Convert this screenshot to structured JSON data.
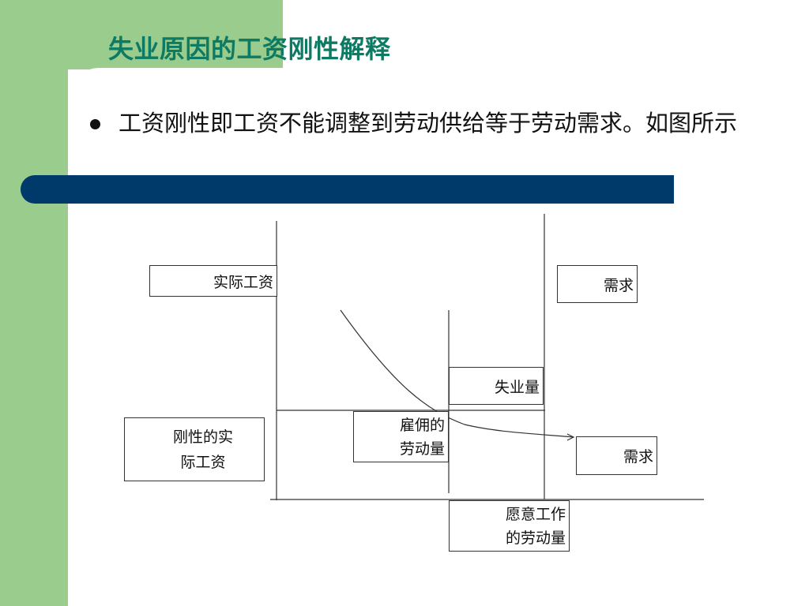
{
  "slide": {
    "title": "失业原因的工资刚性解释",
    "bullet": "工资刚性即工资不能调整到劳动供给等于劳动需求。如图所示"
  },
  "diagram": {
    "labels": {
      "real_wage": "实际工资",
      "demand_top": "需求",
      "unemployment": "失业量",
      "employed_labor_line1": "雇佣的",
      "employed_labor_line2": "劳动量",
      "rigid_wage_line1": "刚性的实",
      "rigid_wage_line2": "际工资",
      "demand_bottom": "需求",
      "willing_labor_line1": "愿意工作",
      "willing_labor_line2": "的劳动量"
    }
  },
  "colors": {
    "accent_green": "#9acc8d",
    "title_teal": "#0d7a63",
    "bar_navy": "#003a6b"
  }
}
